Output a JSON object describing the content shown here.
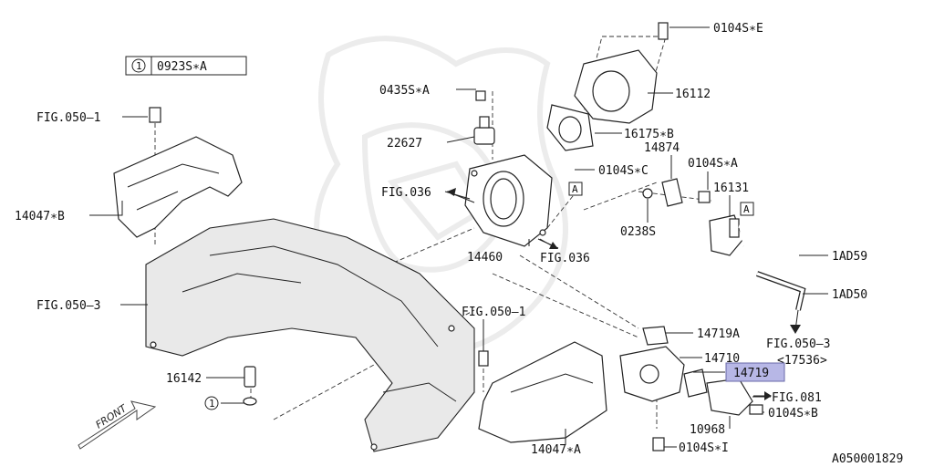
{
  "diagram": {
    "figure_id": "A050001829",
    "front_label": "FRONT",
    "legend": {
      "circle_num": "1",
      "code": "0923S∗A"
    },
    "callouts": {
      "fig050_1_top": "FIG.050–1",
      "p14047b": "14047∗B",
      "fig050_3_left": "FIG.050–3",
      "p16142": "16142",
      "circ1": "1",
      "p0435sa": "0435S∗A",
      "p22627": "22627",
      "fig036_left": "FIG.036",
      "p14460": "14460",
      "fig036_bottom": "FIG.036",
      "p0104se": "0104S∗E",
      "p16112": "16112",
      "p16175b": "16175∗B",
      "p0104sc": "0104S∗C",
      "boxA1": "A",
      "p14874": "14874",
      "p0104sa": "0104S∗A",
      "p16131": "16131",
      "boxA2": "A",
      "p0238s": "0238S",
      "p1ad59": "1AD59",
      "p1ad50": "1AD50",
      "fig050_3_right": "FIG.050–3",
      "p17536": "<17536>",
      "fig050_1_mid": "FIG.050–1",
      "p14719a": "14719A",
      "p14710": "14710",
      "p14719": "14719",
      "fig081": "FIG.081",
      "p10968": "10968",
      "p0104sb": "0104S∗B",
      "p0104si": "0104S∗I",
      "p14047a": "14047∗A"
    }
  }
}
